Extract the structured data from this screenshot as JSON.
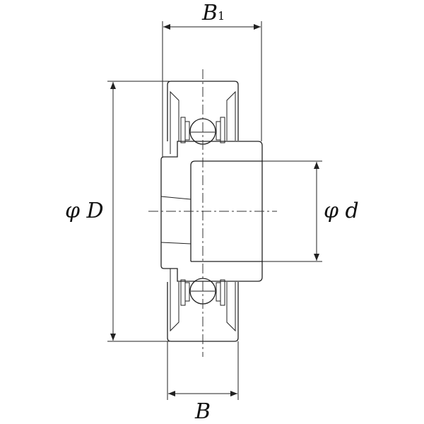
{
  "labels": {
    "b1_main": "B",
    "b1_sub": "1",
    "outer_diameter": "φ D",
    "bore_diameter": "φ d",
    "width": "B"
  }
}
